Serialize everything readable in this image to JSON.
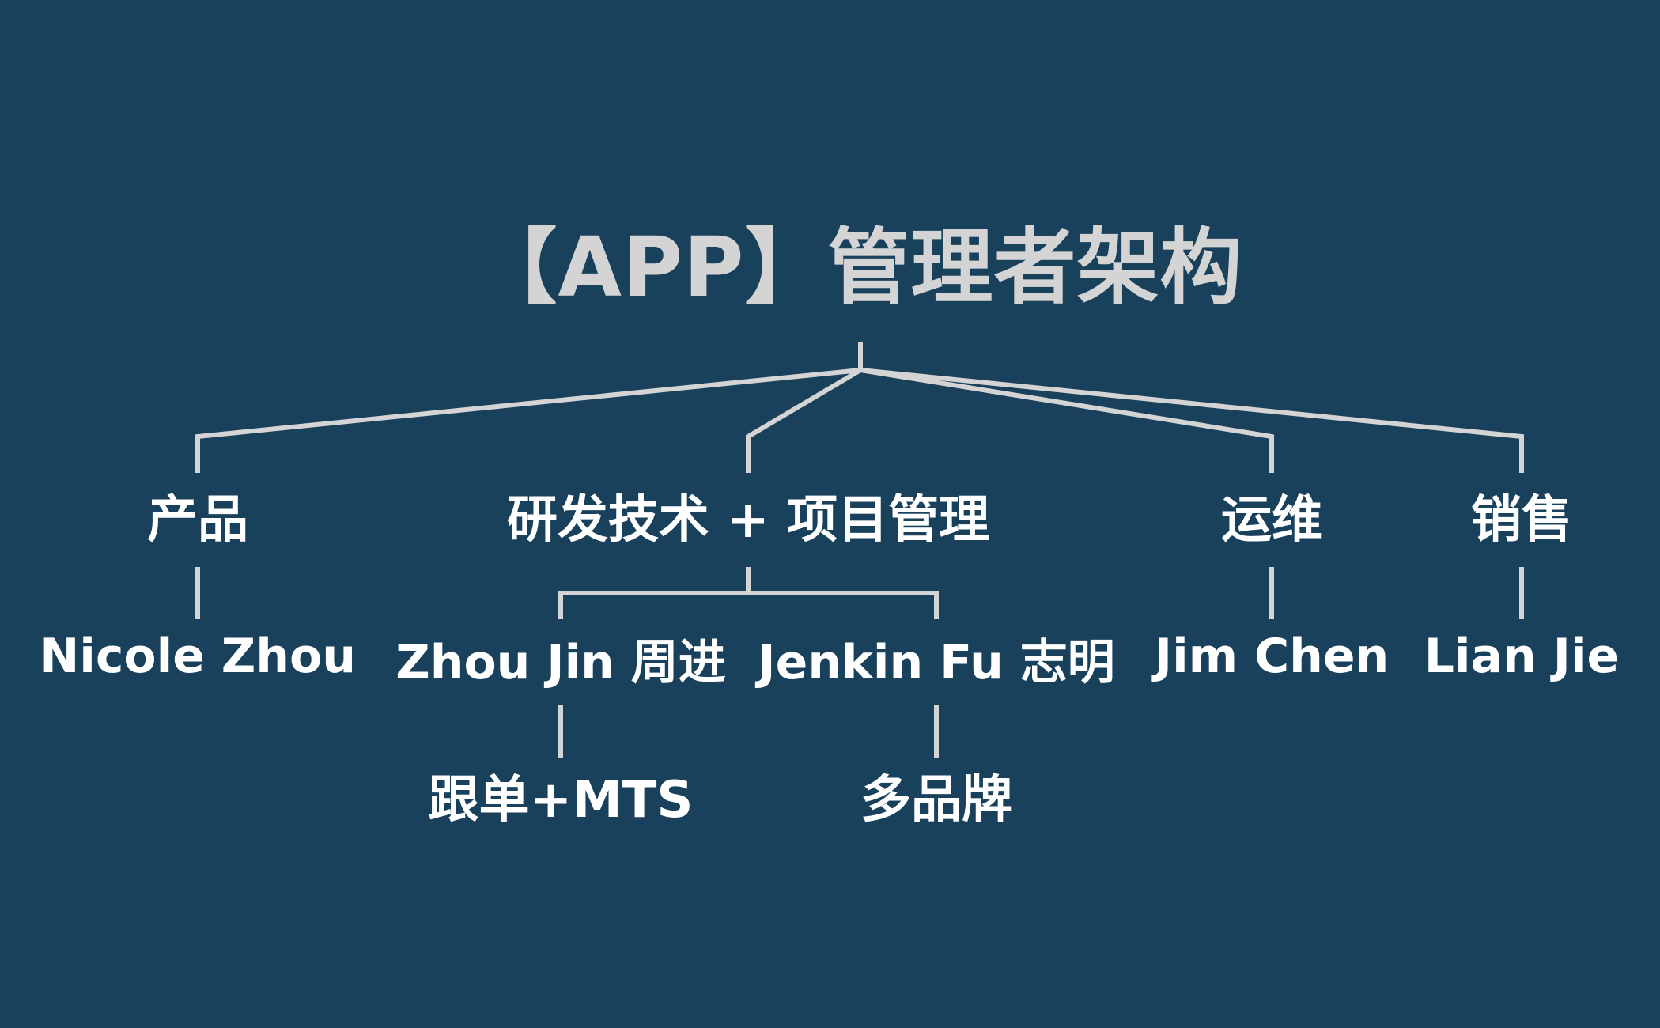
{
  "title": "【APP】管理者架构",
  "departments": [
    {
      "label": "产品",
      "people": [
        "Nicole Zhou"
      ]
    },
    {
      "label": "研发技术 + 项目管理",
      "people": [
        "Zhou Jin 周进",
        "Jenkin Fu 志明"
      ]
    },
    {
      "label": "运维",
      "people": [
        "Jim Chen"
      ]
    },
    {
      "label": "销售",
      "people": [
        "Lian Jie"
      ]
    }
  ],
  "sub_teams": [
    {
      "owner": "Zhou Jin 周进",
      "label": "跟单+MTS"
    },
    {
      "owner": "Jenkin Fu 志明",
      "label": "多品牌"
    }
  ],
  "colors": {
    "background": "#19415c",
    "line": "#d4d4d4",
    "title": "#d4d4d4",
    "text": "#ffffff"
  }
}
